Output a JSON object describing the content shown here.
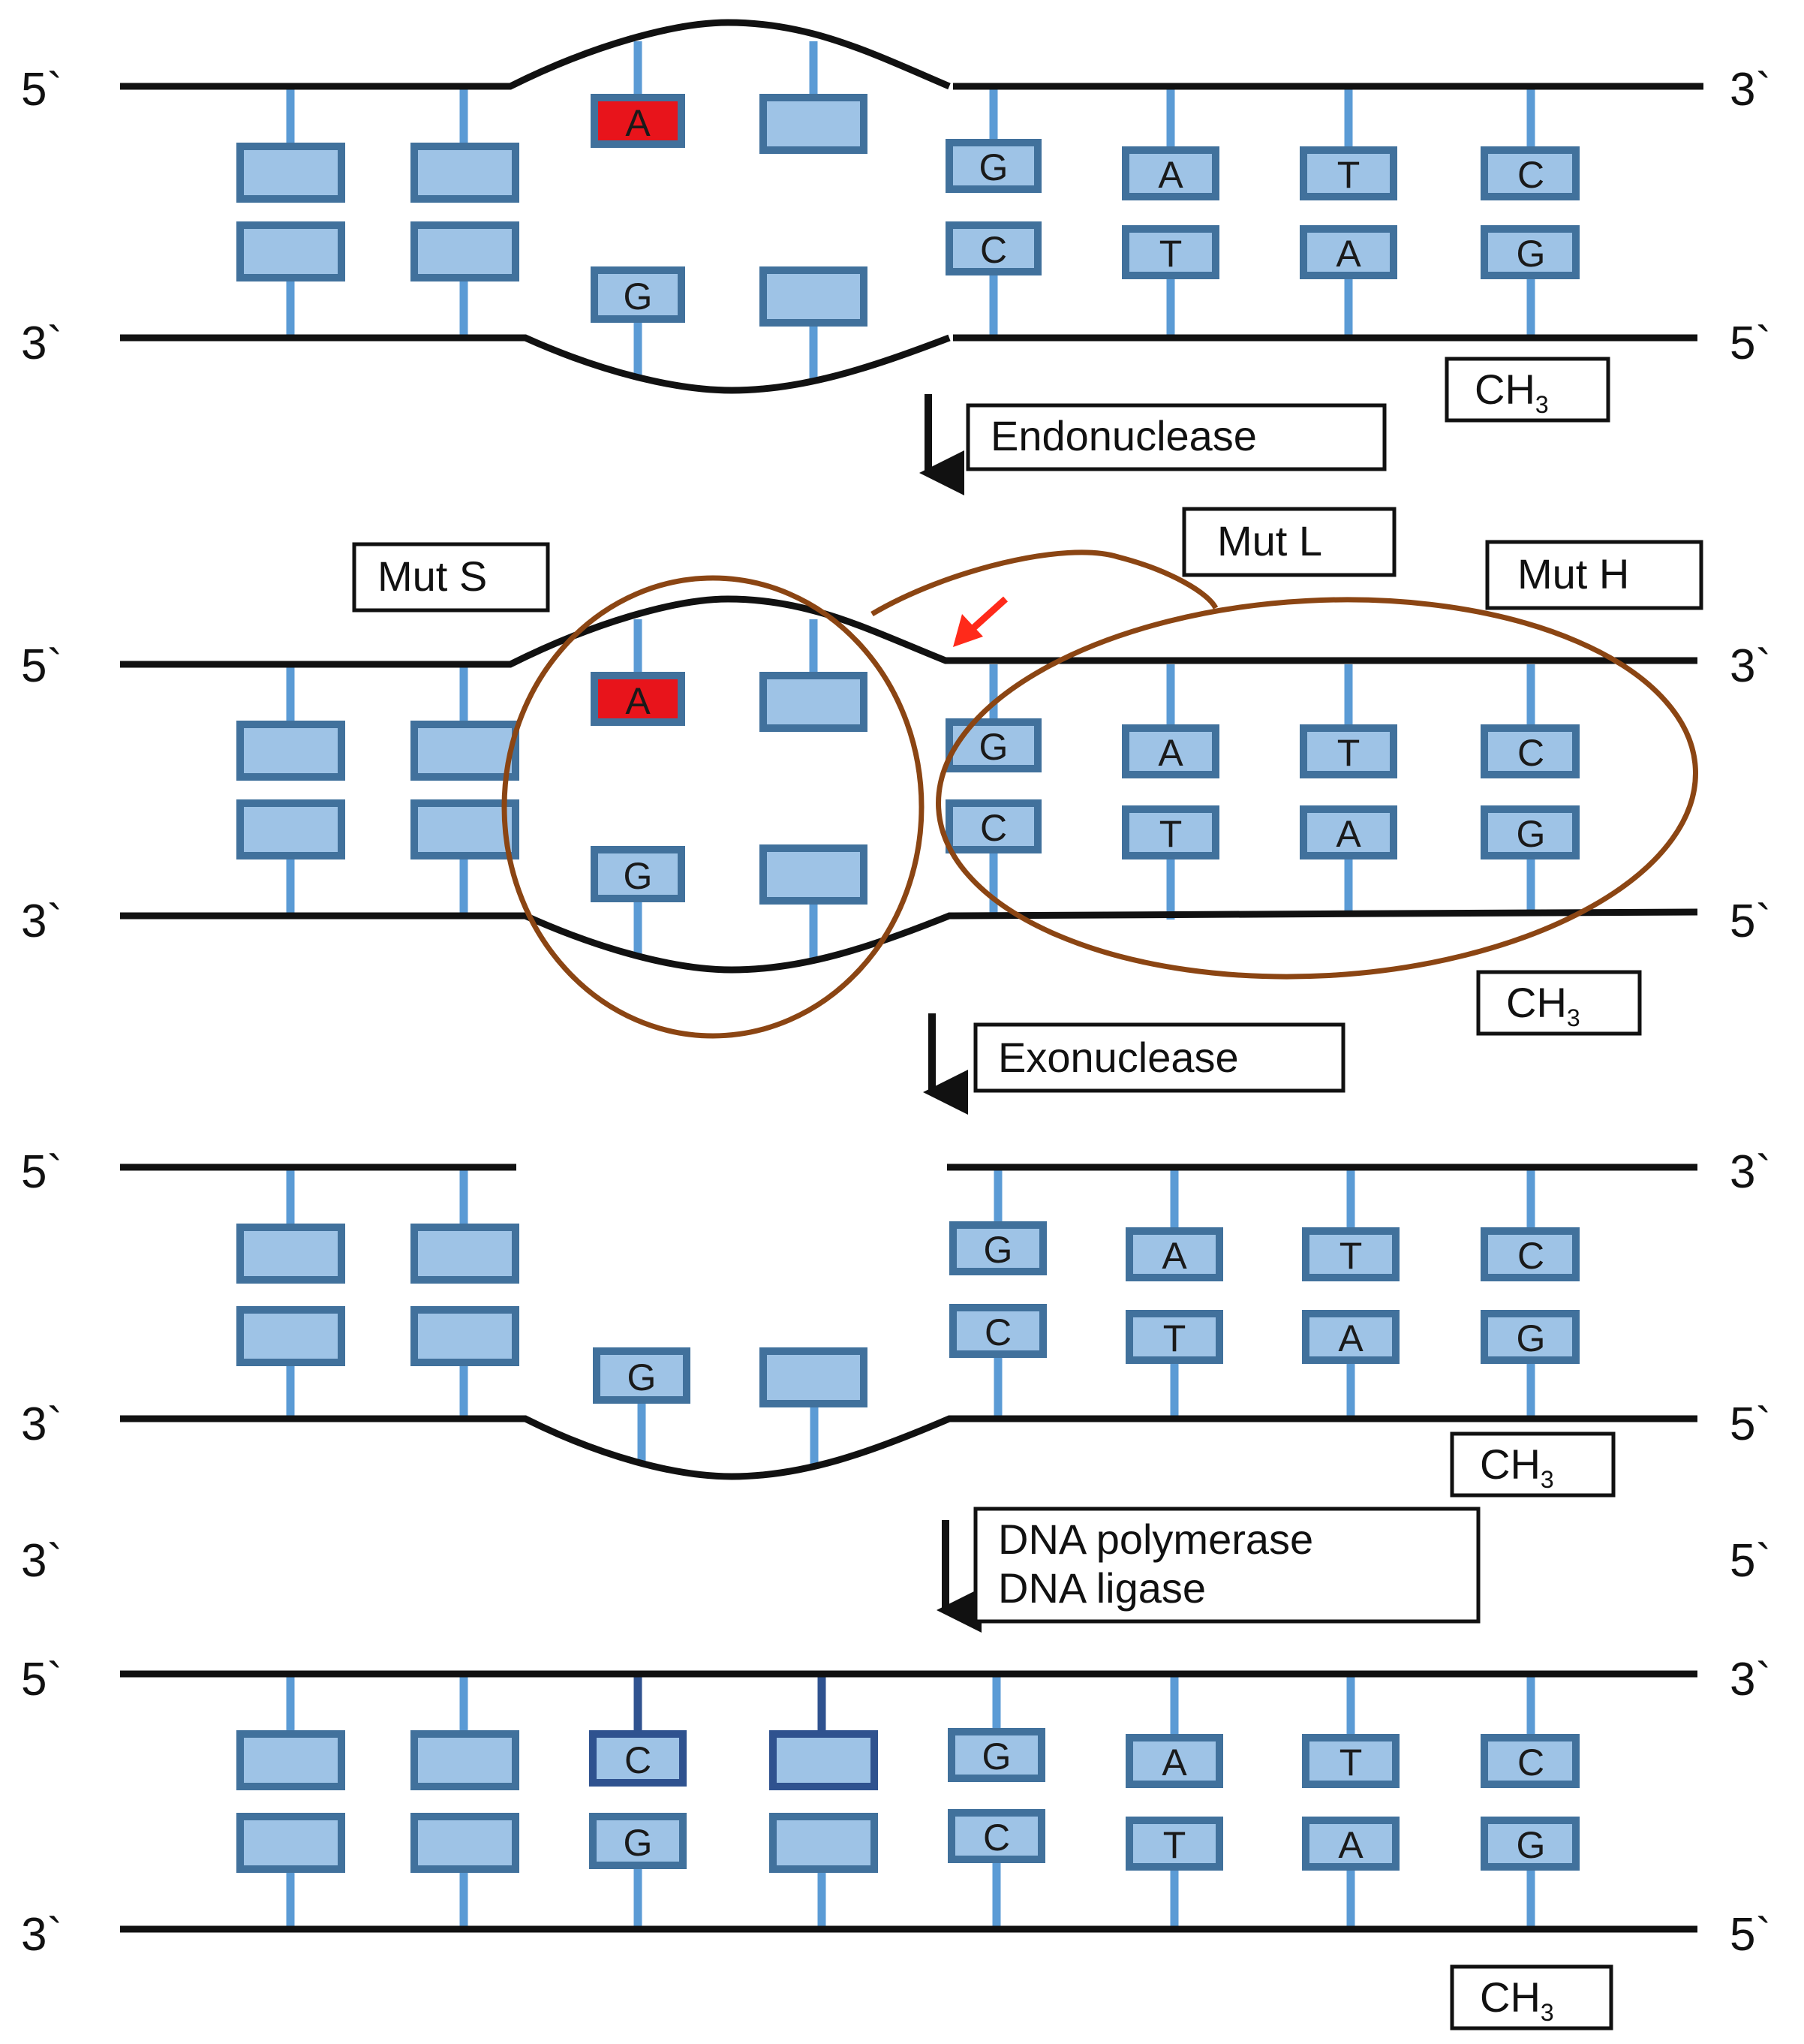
{
  "colors": {
    "strand": "#111111",
    "stick": "#5b9bd5",
    "base_fill": "#9ec3e6",
    "base_stroke": "#41719c",
    "mismatch_fill": "#e8141b",
    "repaired_stroke": "#2f528f",
    "protein_outline": "#8b4513",
    "cut_arrow": "#ff2a1a",
    "box_stroke": "#111111"
  },
  "panels": [
    {
      "id": "mismatch",
      "ends": {
        "top_left": "5`",
        "top_right": "3`",
        "bottom_left": "3`",
        "bottom_right": "5`"
      },
      "top_bases": [
        "",
        "",
        "A",
        "",
        "G",
        "A",
        "T",
        "C"
      ],
      "bottom_bases": [
        "",
        "",
        "G",
        "",
        "C",
        "T",
        "A",
        "G"
      ],
      "mismatch_base": "A",
      "methyl": {
        "main": "CH",
        "sub": "3"
      }
    },
    {
      "id": "recognition",
      "ends": {
        "top_left": "5`",
        "top_right": "3`",
        "bottom_left": "3`",
        "bottom_right": "5`"
      },
      "top_bases": [
        "",
        "",
        "A",
        "",
        "G",
        "A",
        "T",
        "C"
      ],
      "bottom_bases": [
        "",
        "",
        "G",
        "",
        "C",
        "T",
        "A",
        "G"
      ],
      "proteins": {
        "mut_s": "Mut S",
        "mut_l": "Mut L",
        "mut_h": "Mut H"
      },
      "methyl": {
        "main": "CH",
        "sub": "3"
      }
    },
    {
      "id": "excision",
      "ends": {
        "top_left": "5`",
        "top_right": "3`",
        "bottom_left": "3`",
        "bottom_right": "5`"
      },
      "top_bases": [
        "",
        "",
        "G",
        "A",
        "T",
        "C"
      ],
      "bottom_bases": [
        "",
        "",
        "G",
        "",
        "C",
        "T",
        "A",
        "G"
      ],
      "methyl": {
        "main": "CH",
        "sub": "3"
      }
    },
    {
      "id": "repaired",
      "ends": {
        "top_left": "5`",
        "top_right": "3`",
        "bottom_left": "3`",
        "bottom_right": "5`"
      },
      "top_bases": [
        "",
        "",
        "C",
        "",
        "G",
        "A",
        "T",
        "C"
      ],
      "bottom_bases": [
        "",
        "",
        "G",
        "",
        "C",
        "T",
        "A",
        "G"
      ],
      "methyl": {
        "main": "CH",
        "sub": "3"
      }
    }
  ],
  "steps": {
    "step1": "Endonuclease",
    "step2": "Exonuclease",
    "step3": {
      "ends_left": "3`",
      "ends_right": "5`",
      "line1": "DNA polymerase",
      "line2": "DNA ligase"
    }
  }
}
